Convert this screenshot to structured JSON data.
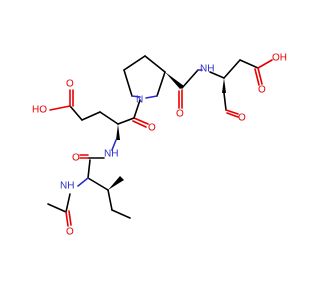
{
  "colors": {
    "carbon": "#000000",
    "oxygen": "#e60000",
    "nitrogen": "#2b2bcc",
    "background": "#ffffff"
  },
  "atoms": {
    "nh_proline_amide": "NH",
    "o_aldehyde": "O",
    "o_asp_carbonyl": "O",
    "ho_asp_acid": "OH",
    "n_proline_ring": "N",
    "o_proline_carbonyl": "O",
    "o_glu_carbonyl": "O",
    "ho_glu_acid": "HO",
    "o_glu_acid": "O",
    "nh_glu_amide": "NH",
    "o_ile_carbonyl": "O",
    "nh_ile_amide": "NH",
    "o_acetyl": "O"
  }
}
